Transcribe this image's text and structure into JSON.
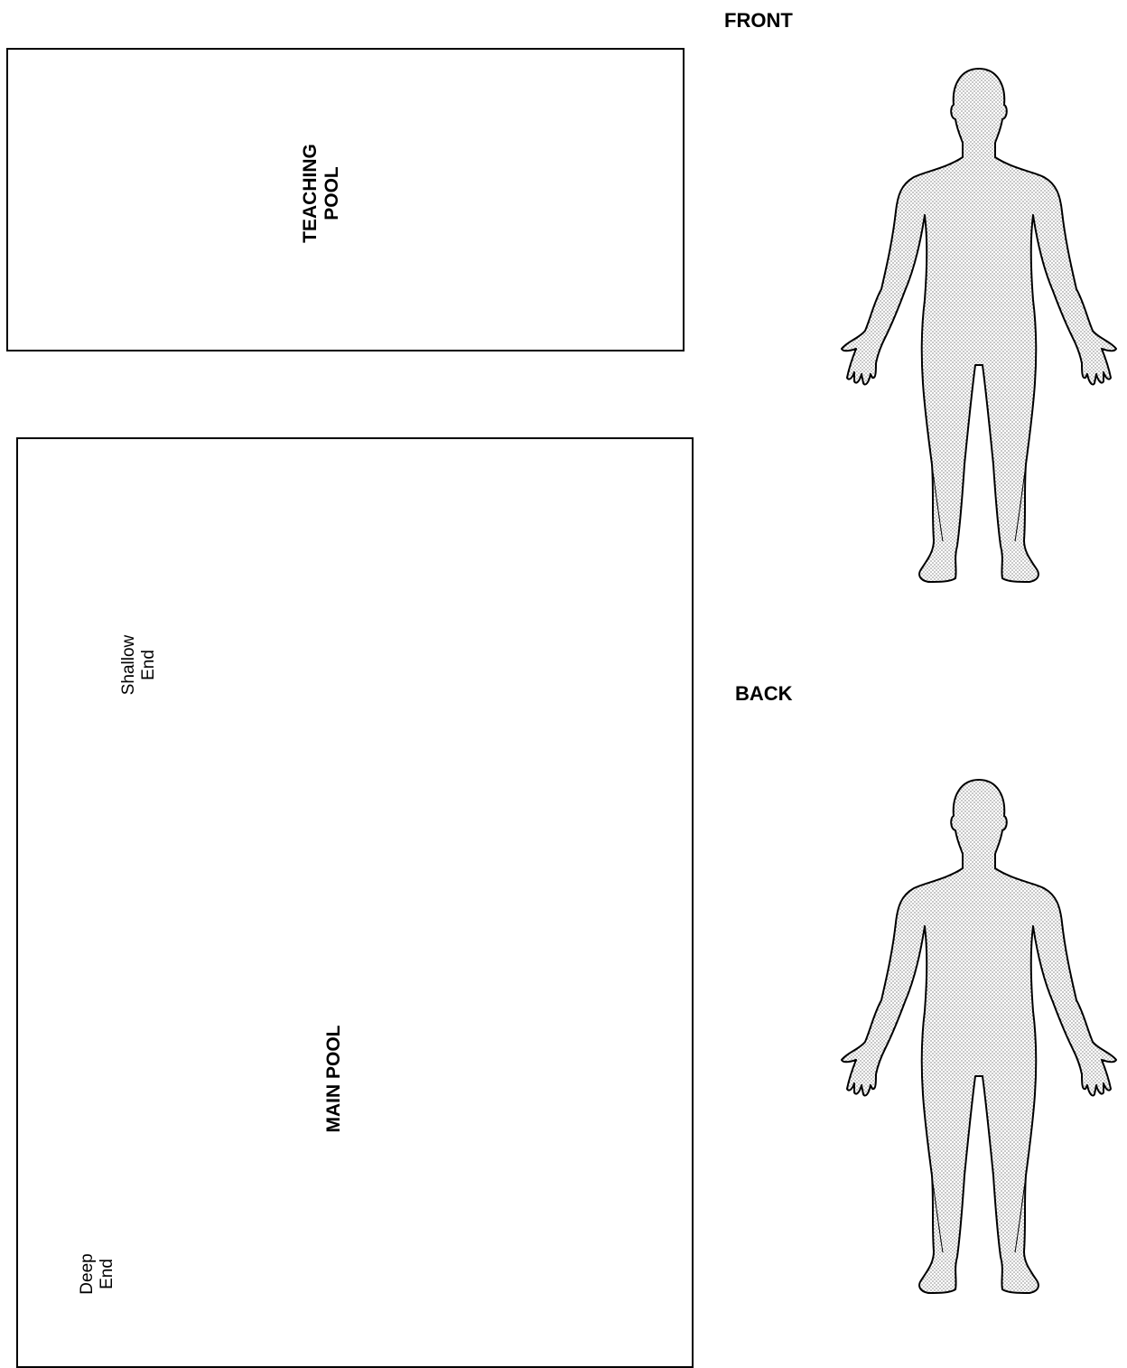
{
  "teaching_pool": {
    "line1": "TEACHING",
    "line2": "POOL"
  },
  "main_pool": {
    "title": "MAIN  POOL",
    "shallow": {
      "line1": "Shallow",
      "line2": "End"
    },
    "deep": {
      "line1": "Deep",
      "line2": "End"
    }
  },
  "views": {
    "front": "FRONT",
    "back": "BACK"
  },
  "colors": {
    "outline": "#000000",
    "fill_dots": "#555555",
    "background": "#ffffff"
  }
}
